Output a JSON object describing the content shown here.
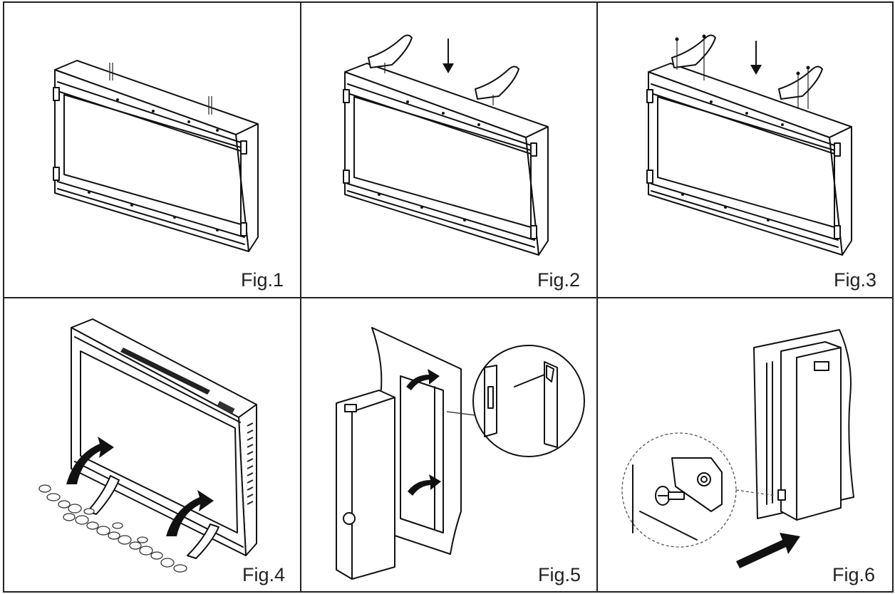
{
  "figures": [
    {
      "id": "fig1",
      "label": "Fig.1"
    },
    {
      "id": "fig2",
      "label": "Fig.2"
    },
    {
      "id": "fig3",
      "label": "Fig.3"
    },
    {
      "id": "fig4",
      "label": "Fig.4"
    },
    {
      "id": "fig5",
      "label": "Fig.5"
    },
    {
      "id": "fig6",
      "label": "Fig.6"
    }
  ]
}
